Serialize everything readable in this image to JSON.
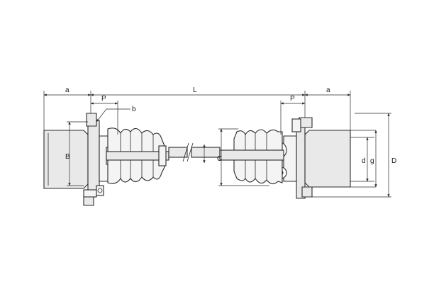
{
  "labels": {
    "a_left": "a",
    "p_left": "P",
    "b": "b",
    "L": "L",
    "p_right": "P",
    "a_right": "a",
    "B": "B",
    "C": "C",
    "d": "d",
    "g": "g",
    "D": "D"
  }
}
